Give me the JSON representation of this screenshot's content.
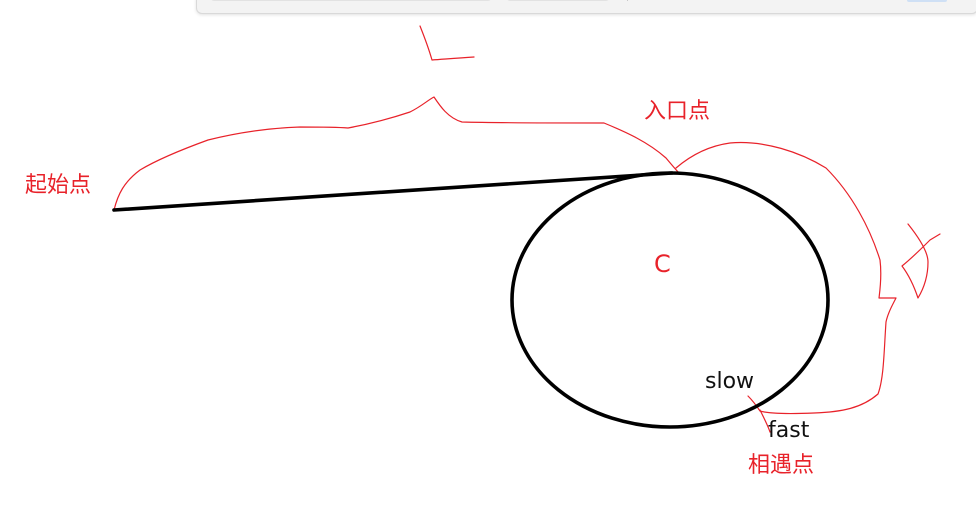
{
  "labels": {
    "start_point": "起始点",
    "entry_point": "入口点",
    "circle_label": "C",
    "slow": "slow",
    "fast": "fast",
    "meeting_point": "相遇点"
  },
  "colors": {
    "annotation": "#e8222a",
    "line": "#000000",
    "text": "#111111"
  }
}
